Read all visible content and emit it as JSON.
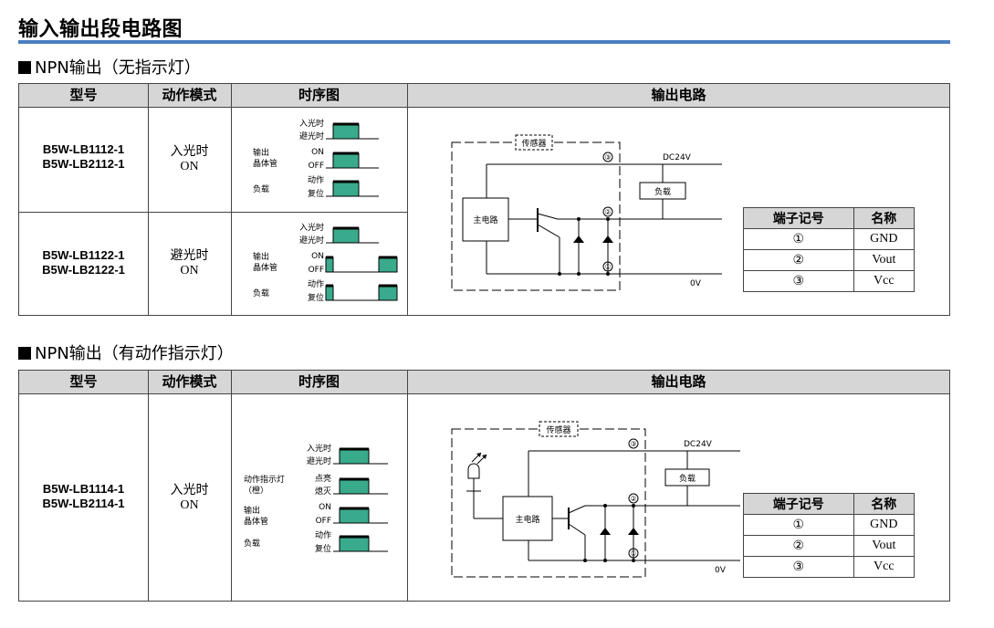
{
  "page_title": "输入输出段电路图",
  "columns": {
    "model": "型号",
    "mode": "动作模式",
    "timing": "时序图",
    "circuit": "输出电路"
  },
  "section1": {
    "heading": "NPN输出（无指示灯）",
    "rows": [
      {
        "model1": "B5W-LB1112-1",
        "model2": "B5W-LB2112-1",
        "mode1": "入光时",
        "mode2": "ON"
      },
      {
        "model1": "B5W-LB1122-1",
        "model2": "B5W-LB2122-1",
        "mode1": "避光时",
        "mode2": "ON"
      }
    ]
  },
  "section2": {
    "heading": "NPN输出（有动作指示灯）",
    "rows": [
      {
        "model1": "B5W-LB1114-1",
        "model2": "B5W-LB2114-1",
        "mode1": "入光时",
        "mode2": "ON"
      }
    ]
  },
  "timing": {
    "light_in": "入光时",
    "light_block": "避光时",
    "output_transistor_1": "输出",
    "output_transistor_2": "晶体管",
    "on": "ON",
    "off": "OFF",
    "load": "负载",
    "act": "动作",
    "reset": "复位",
    "indicator_1": "动作指示灯",
    "indicator_2": "（橙）",
    "lit": "点亮",
    "unlit": "熄灭"
  },
  "circuit": {
    "sensor": "传感器",
    "main_circuit": "主电路",
    "load": "负载",
    "dc24v": "DC24V",
    "zero_v": "0V",
    "t1": "①",
    "t2": "②",
    "t3": "③"
  },
  "terminal_table": {
    "header": [
      "端子记号",
      "名称"
    ],
    "rows": [
      [
        "①",
        "GND"
      ],
      [
        "②",
        "Vout"
      ],
      [
        "③",
        "Vcc"
      ]
    ]
  },
  "colors": {
    "accent": "#4a7fc1",
    "pulse": "#3aaa8c",
    "header_bg": "#d6d6d6"
  }
}
